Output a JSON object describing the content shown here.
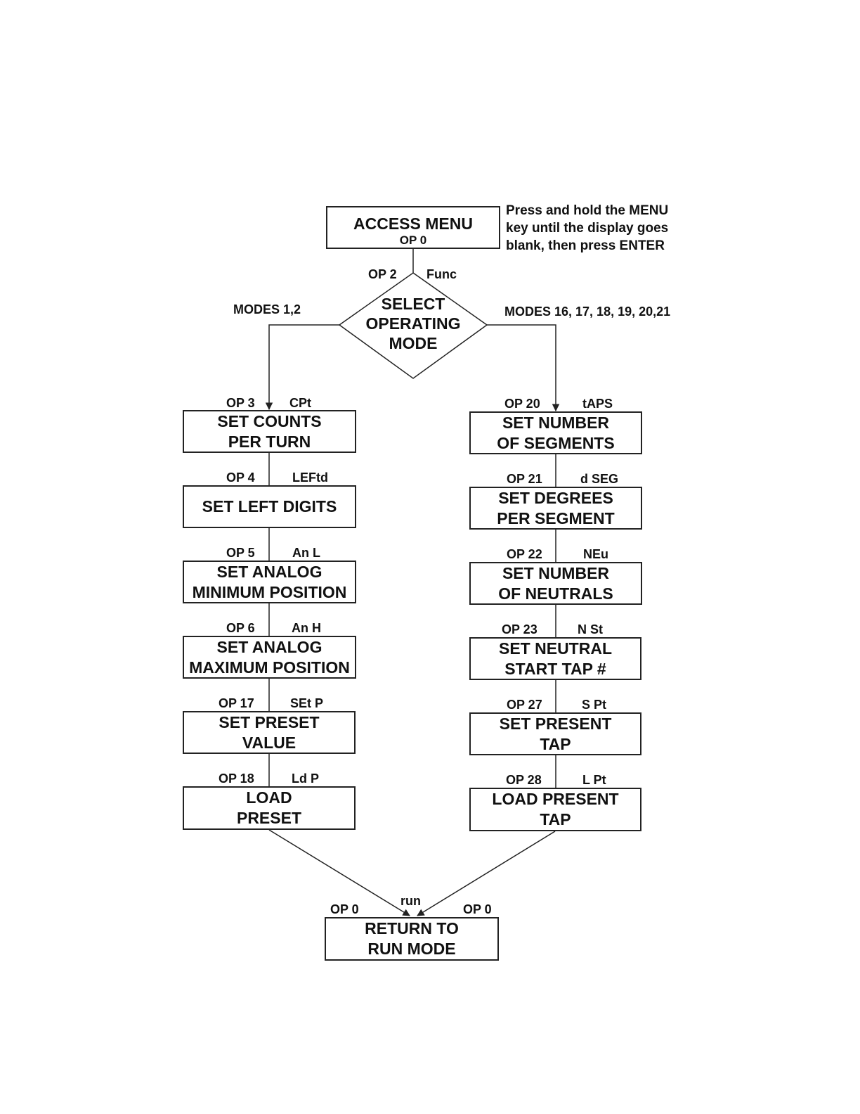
{
  "access": {
    "line1": "ACCESS MENU",
    "line2": "OP 0"
  },
  "note": {
    "line1": "Press and hold the MENU",
    "line2": "key until the display goes",
    "line3": "blank, then press ENTER"
  },
  "select": {
    "op": "OP 2",
    "code": "Func",
    "line1": "SELECT",
    "line2": "OPERATING",
    "line3": "MODE"
  },
  "modes_left": "MODES 1,2",
  "modes_right": "MODES 16, 17, 18, 19, 20,21",
  "left": [
    {
      "op": "OP 3",
      "code": "CPt",
      "line1": "SET COUNTS",
      "line2": "PER TURN"
    },
    {
      "op": "OP 4",
      "code": "LEFtd",
      "line1": "SET LEFT DIGITS",
      "line2": ""
    },
    {
      "op": "OP 5",
      "code": "An L",
      "line1": "SET ANALOG",
      "line2": "MINIMUM POSITION"
    },
    {
      "op": "OP 6",
      "code": "An H",
      "line1": "SET ANALOG",
      "line2": "MAXIMUM POSITION"
    },
    {
      "op": "OP 17",
      "code": "SEt P",
      "line1": "SET PRESET",
      "line2": "VALUE"
    },
    {
      "op": "OP 18",
      "code": "Ld P",
      "line1": "LOAD",
      "line2": "PRESET"
    }
  ],
  "right": [
    {
      "op": "OP 20",
      "code": "tAPS",
      "line1": "SET NUMBER",
      "line2": "OF SEGMENTS"
    },
    {
      "op": "OP 21",
      "code": "d SEG",
      "line1": "SET DEGREES",
      "line2": "PER SEGMENT"
    },
    {
      "op": "OP 22",
      "code": "NEu",
      "line1": "SET NUMBER",
      "line2": "OF NEUTRALS"
    },
    {
      "op": "OP 23",
      "code": "N St",
      "line1": "SET NEUTRAL",
      "line2": "START TAP #"
    },
    {
      "op": "OP 27",
      "code": "S Pt",
      "line1": "SET PRESENT",
      "line2": "TAP"
    },
    {
      "op": "OP 28",
      "code": "L Pt",
      "line1": "LOAD PRESENT",
      "line2": "TAP"
    }
  ],
  "ret": {
    "op_left": "OP 0",
    "op_right": "OP 0",
    "code": "run",
    "line1": "RETURN TO",
    "line2": "RUN MODE"
  }
}
